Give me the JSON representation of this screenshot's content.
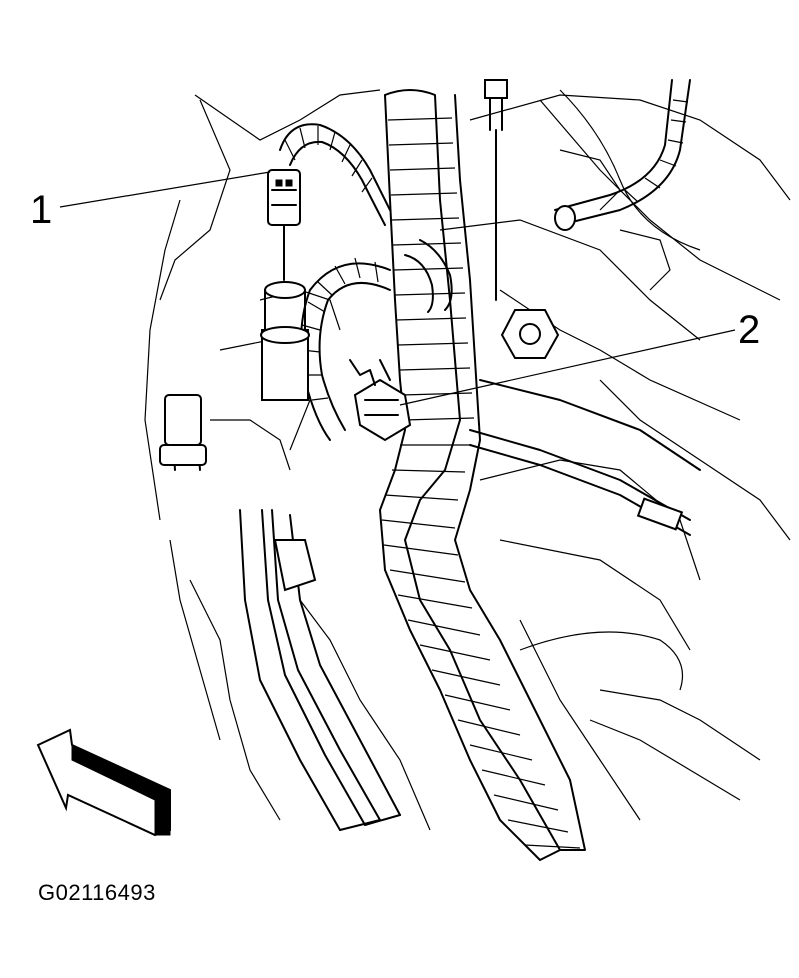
{
  "callouts": [
    {
      "number": "1"
    },
    {
      "number": "2"
    }
  ],
  "figure_id": "G02116493",
  "icons": {
    "direction_arrow": "forward-direction-arrow-icon"
  }
}
